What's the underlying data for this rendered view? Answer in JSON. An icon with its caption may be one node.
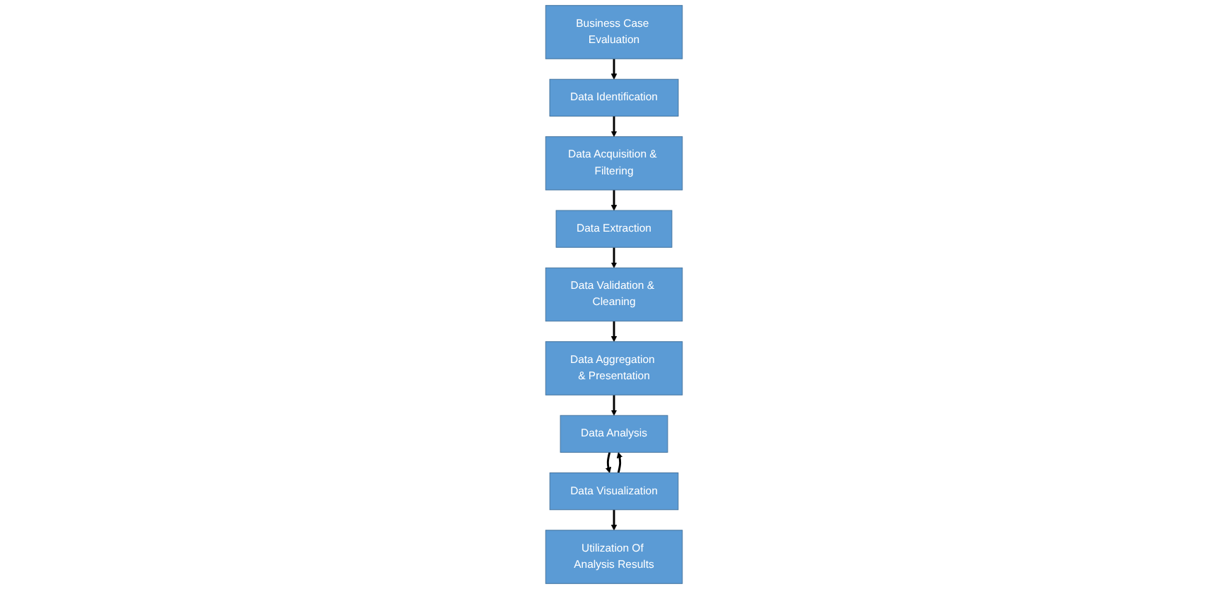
{
  "diagram": {
    "nodes": [
      {
        "text": [
          "Business Case Evaluation"
        ]
      },
      {
        "text": [
          "Data Identification"
        ]
      },
      {
        "text": [
          "Data Acquisition & Filtering"
        ]
      },
      {
        "text": [
          "Data Aggregation & Presentation"
        ]
      },
      {
        "text": [
          "Data Validation & Cleaning"
        ]
      },
      {
        "text": [
          "Data Extraction"
        ]
      },
      {
        "text": [
          "Data Analysis"
        ]
      },
      {
        "text": [
          "Data Visualization"
        ]
      },
      {
        "text": [
          "Utilization Of Analysis Results"
        ]
      }
    ],
    "edges": [
      {
        "from": 0,
        "to": 1,
        "arrow": "to"
      },
      {
        "from": 1,
        "to": 2,
        "arrow": "to"
      },
      {
        "from": 2,
        "to": 5,
        "arrow": "to"
      },
      {
        "from": 5,
        "to": 4,
        "arrow": "to"
      },
      {
        "from": 4,
        "to": 3,
        "arrow": "to"
      },
      {
        "from": 3,
        "to": 6,
        "arrow": "to"
      },
      {
        "from": 6,
        "to": 7,
        "arrow": "to"
      },
      {
        "from": 7,
        "to": 6,
        "arrow": "to"
      },
      {
        "from": 7,
        "to": 8,
        "arrow": "to"
      }
    ]
  }
}
